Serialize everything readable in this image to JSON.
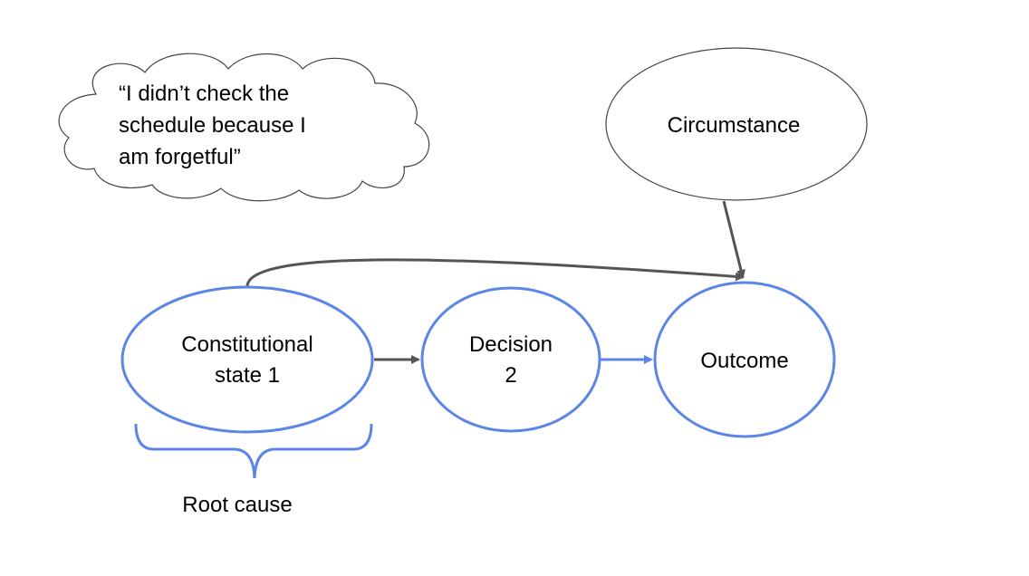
{
  "thought_bubble": {
    "lines": [
      "“I didn’t check the",
      "schedule because I",
      "am forgetful”"
    ]
  },
  "nodes": {
    "circumstance": {
      "label": "Circumstance"
    },
    "constitutional_state": {
      "lines": [
        "Constitutional",
        "state 1"
      ]
    },
    "decision": {
      "lines": [
        "Decision",
        "2"
      ]
    },
    "outcome": {
      "label": "Outcome"
    }
  },
  "root_cause": {
    "label": "Root cause"
  },
  "colors": {
    "node_highlight": "#5b86e5",
    "outline_gray": "#444444",
    "arrow_gray": "#555555",
    "text": "#000000"
  }
}
